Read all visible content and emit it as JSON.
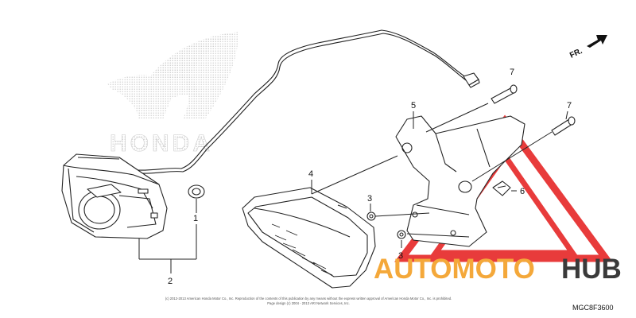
{
  "brand_watermark": {
    "text": "HONDA",
    "color": "#cfcfcf"
  },
  "site_watermark": {
    "part_a": "AUTOMOTO",
    "part_b": "HUB",
    "color_a": "#f4a83a",
    "color_b": "#3a3a3a",
    "triangle_color": "#e83b3b"
  },
  "orientation": {
    "label": "FR.",
    "icon": "arrow-right-icon"
  },
  "callouts": [
    "1",
    "2",
    "3",
    "3",
    "4",
    "5",
    "6",
    "7",
    "7"
  ],
  "diagram_code": "MGC8F3600",
  "copyright_line1": "(c) 2012-2013 American Honda Motor Co., Inc. Reproduction of the contents of this publication by any means without the express written approval of American Honda Motor Co., Inc. is prohibited.",
  "copyright_line2": "Page design (c) 2004 - 2013 ARI Network Services, Inc."
}
